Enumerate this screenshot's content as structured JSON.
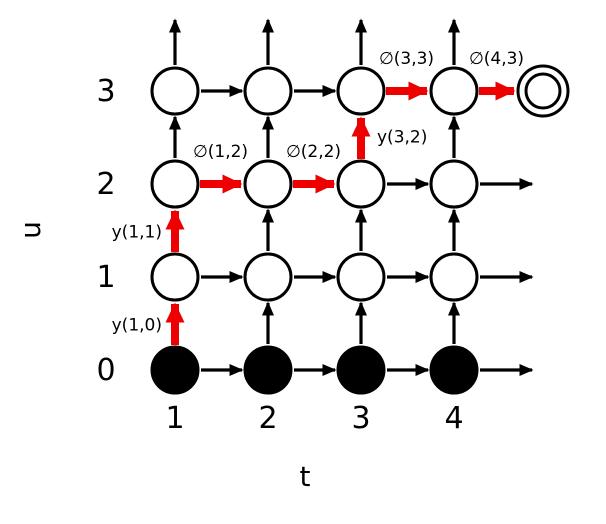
{
  "figure": {
    "x_axis": {
      "label": "t",
      "ticks": [
        "1",
        "2",
        "3",
        "4"
      ]
    },
    "y_axis": {
      "label": "u",
      "ticks": [
        "0",
        "1",
        "2",
        "3"
      ]
    },
    "grid": {
      "cols": 4,
      "rows": 4,
      "filled_row_u": 0
    },
    "final_state": {
      "style": "double-circle",
      "position": "right-of-t4-u3"
    },
    "colors": {
      "edge": "#000000",
      "highlight": "#ee0000",
      "node_fill": "#ffffff",
      "filled_node_fill": "#000000",
      "node_stroke": "#000000"
    },
    "red_path": [
      {
        "from": {
          "t": 1,
          "u": 0
        },
        "dir": "up",
        "label": "y(1,0)",
        "label_side": "left"
      },
      {
        "from": {
          "t": 1,
          "u": 1
        },
        "dir": "up",
        "label": "y(1,1)",
        "label_side": "left"
      },
      {
        "from": {
          "t": 1,
          "u": 2
        },
        "dir": "right",
        "label": "∅(1,2)",
        "label_side": "above"
      },
      {
        "from": {
          "t": 2,
          "u": 2
        },
        "dir": "right",
        "label": "∅(2,2)",
        "label_side": "above"
      },
      {
        "from": {
          "t": 3,
          "u": 2
        },
        "dir": "up",
        "label": "y(3,2)",
        "label_side": "right"
      },
      {
        "from": {
          "t": 3,
          "u": 3
        },
        "dir": "right",
        "label": "∅(3,3)",
        "label_side": "above"
      },
      {
        "from": {
          "t": 4,
          "u": 3
        },
        "dir": "final",
        "label": "∅(4,3)",
        "label_side": "above"
      }
    ]
  }
}
